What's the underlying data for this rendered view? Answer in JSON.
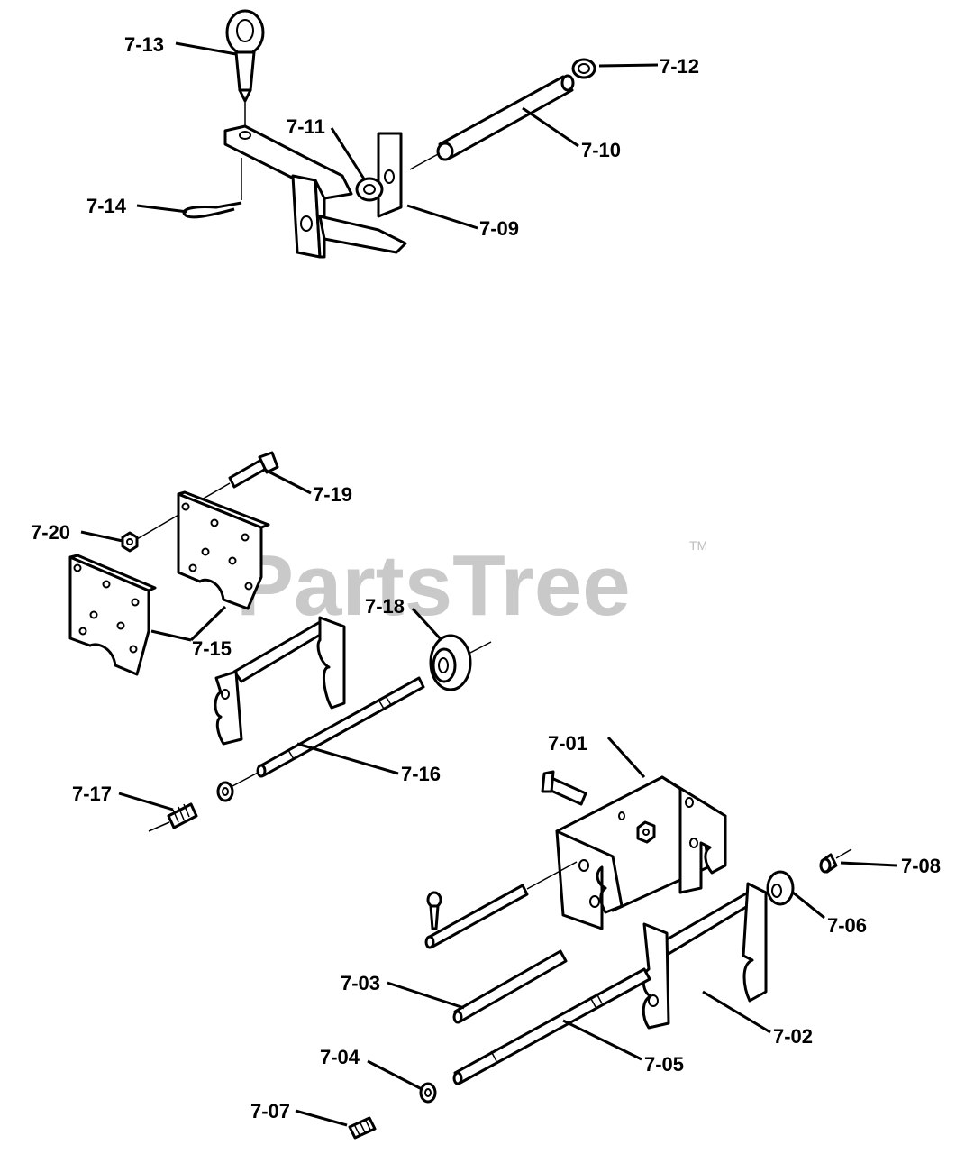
{
  "watermark": {
    "text": "PartsTree",
    "trademark": "TM",
    "color": "#c9c9c9"
  },
  "labels": {
    "p701": "7-01",
    "p702": "7-02",
    "p703": "7-03",
    "p704": "7-04",
    "p705": "7-05",
    "p706": "7-06",
    "p707": "7-07",
    "p708": "7-08",
    "p709": "7-09",
    "p710": "7-10",
    "p711": "7-11",
    "p712": "7-12",
    "p713": "7-13",
    "p714": "7-14",
    "p715": "7-15",
    "p716": "7-16",
    "p717": "7-17",
    "p718": "7-18",
    "p719": "7-19",
    "p720": "7-20"
  },
  "colors": {
    "ink": "#000000",
    "paper": "#ffffff"
  }
}
